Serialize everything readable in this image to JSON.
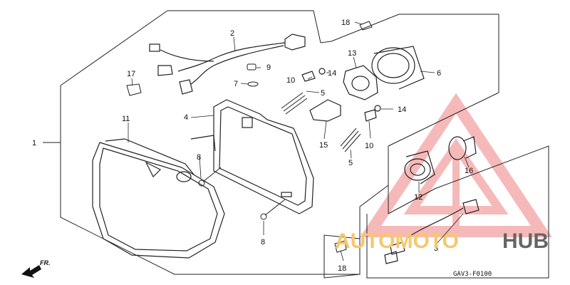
{
  "callouts": [
    {
      "id": "c1",
      "text": "1"
    },
    {
      "id": "c2",
      "text": "2"
    },
    {
      "id": "c3",
      "text": "3"
    },
    {
      "id": "c4",
      "text": "4"
    },
    {
      "id": "c5a",
      "text": "5"
    },
    {
      "id": "c5b",
      "text": "5"
    },
    {
      "id": "c6",
      "text": "6"
    },
    {
      "id": "c7",
      "text": "7"
    },
    {
      "id": "c8a",
      "text": "8"
    },
    {
      "id": "c8b",
      "text": "8"
    },
    {
      "id": "c9",
      "text": "9"
    },
    {
      "id": "c10a",
      "text": "10"
    },
    {
      "id": "c10b",
      "text": "10"
    },
    {
      "id": "c11",
      "text": "11"
    },
    {
      "id": "c12",
      "text": "12"
    },
    {
      "id": "c13",
      "text": "13"
    },
    {
      "id": "c14a",
      "text": "14"
    },
    {
      "id": "c14b",
      "text": "14"
    },
    {
      "id": "c15",
      "text": "15"
    },
    {
      "id": "c16",
      "text": "16"
    },
    {
      "id": "c17",
      "text": "17"
    },
    {
      "id": "c18a",
      "text": "18"
    },
    {
      "id": "c18b",
      "text": "18"
    }
  ],
  "direction_label": "FR.",
  "diagram_code": "GAV3-F0100",
  "watermark": {
    "part1": "AUTOMOTO",
    "part2": "HUB",
    "color_accent": "#f6c86b",
    "color_dark": "#666666",
    "triangle_color": "#f08080"
  }
}
